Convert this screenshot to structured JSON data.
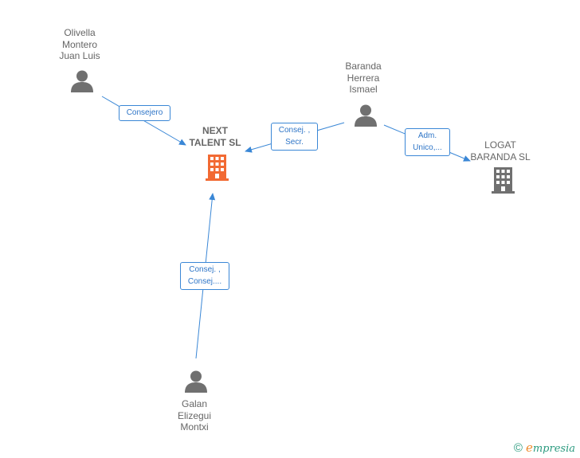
{
  "nodes": {
    "next_talent": {
      "lines": [
        "NEXT",
        "TALENT SL"
      ],
      "icon": "building-icon",
      "color": "#f26a33"
    },
    "logat_baranda": {
      "lines": [
        "LOGAT",
        "BARANDA SL"
      ],
      "icon": "building-icon",
      "color": "#707070"
    },
    "olivella": {
      "lines": [
        "Olivella",
        "Montero",
        "Juan Luis"
      ],
      "icon": "person-icon",
      "color": "#707070"
    },
    "baranda": {
      "lines": [
        "Baranda",
        "Herrera",
        "Ismael"
      ],
      "icon": "person-icon",
      "color": "#707070"
    },
    "galan": {
      "lines": [
        "Galan",
        "Elizegui",
        "Montxi"
      ],
      "icon": "person-icon",
      "color": "#707070"
    }
  },
  "edges": {
    "olivella_next": {
      "lines": [
        "Consejero"
      ]
    },
    "baranda_next": {
      "lines": [
        "Consej. ,",
        "Secr."
      ]
    },
    "baranda_logat": {
      "lines": [
        "Adm.",
        "Unico,..."
      ]
    },
    "galan_next": {
      "lines": [
        "Consej. ,",
        "Consej...."
      ]
    }
  },
  "colors": {
    "edge": "#3a87d6"
  },
  "footer": {
    "copyright": "©",
    "brand_initial": "e",
    "brand_rest": "mpresia"
  }
}
